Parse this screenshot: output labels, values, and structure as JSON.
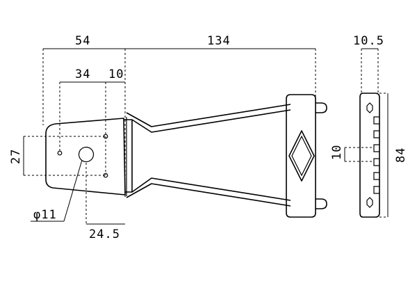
{
  "dimensions": {
    "total_left": "54",
    "total_right": "134",
    "side_width": "10.5",
    "hole_spacing": "34",
    "hole_offset": "10",
    "plate_height": "27",
    "hole_diameter": "φ11",
    "hole_center": "24.5",
    "notch_spacing": "10",
    "side_height": "84"
  }
}
